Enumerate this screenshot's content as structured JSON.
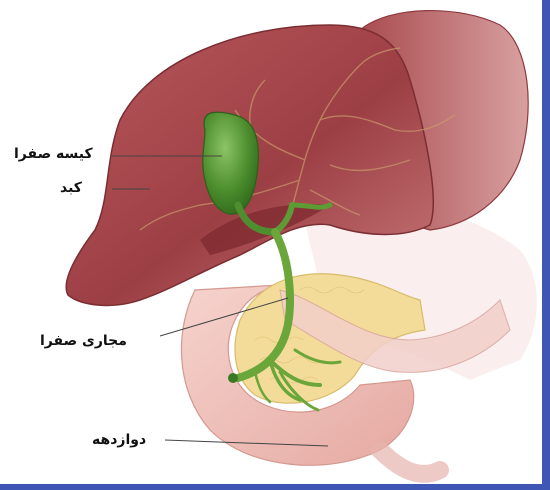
{
  "labels": {
    "gallbladder": "کیسه صفرا",
    "liver": "کبد",
    "bile_ducts": "مجاری صفرا",
    "duodenum": "دوازدهه"
  },
  "icons": {
    "liver": "liver-icon",
    "gallbladder": "gallbladder-icon",
    "bile_ducts": "bile-duct-icon",
    "pancreas": "pancreas-icon",
    "duodenum": "duodenum-icon"
  },
  "colors": {
    "liver": "#a0464a",
    "liver_light": "#c9797d",
    "gallbladder": "#4a8a2c",
    "duct": "#6aa63a",
    "pancreas": "#f3dc9a",
    "duodenum": "#f1c6c0",
    "frame_accent": "#3f56b5"
  }
}
